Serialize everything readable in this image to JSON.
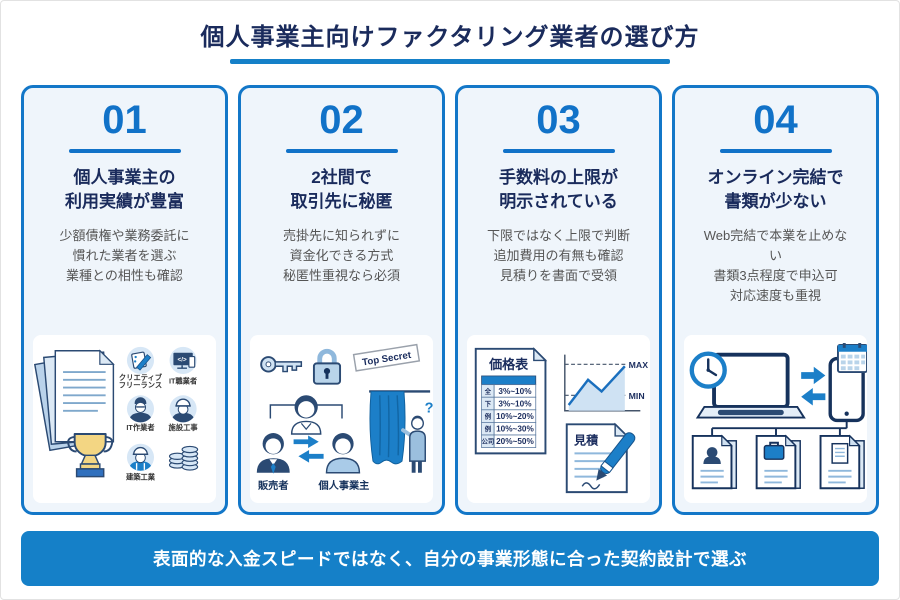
{
  "header": {
    "title": "個人事業主向けファクタリング業者の選び方"
  },
  "colors": {
    "navy": "#1a2b5c",
    "accent_blue": "#1580c8",
    "number_blue": "#1172c8",
    "card_border": "#1377c8",
    "card_bg": "#eff5fb",
    "desc_gray": "#555555"
  },
  "cards": [
    {
      "number": "01",
      "title": [
        "個人事業主の",
        "利用実績が豊富"
      ],
      "desc": [
        "少額債権や業務委託に",
        "慣れた業者を選ぶ",
        "業種との相性も確認"
      ],
      "illustration": {
        "icons": [
          "document-stack-icon",
          "trophy-icon",
          "pen-icon",
          "monitor-code-icon",
          "it-person-icon",
          "helmet-person-icon",
          "construction-worker-icon",
          "coins-icon"
        ],
        "labels": {
          "creative1": "クリエティブ",
          "creative2": "フリーランス",
          "it_pro": "IT職業者",
          "it_worker": "IT作業者",
          "facility": "施設工事",
          "construction": "建築工業",
          "code_glyph": "</>"
        }
      }
    },
    {
      "number": "02",
      "title": [
        "2社間で",
        "取引先に秘匿"
      ],
      "desc": [
        "売掛先に知られずに",
        "資金化できる方式",
        "秘匿性重視なら必須"
      ],
      "illustration": {
        "icons": [
          "key-icon",
          "padlock-icon",
          "top-secret-tag",
          "people-group-icon",
          "sync-arrows-icon",
          "curtain-icon",
          "peeking-person-icon"
        ],
        "labels": {
          "top_secret": "Top Secret",
          "seller": "販売者",
          "sole_proprietor": "個人事業主",
          "question": "?"
        }
      }
    },
    {
      "number": "03",
      "title": [
        "手数料の上限が",
        "明示されている"
      ],
      "desc": [
        "下限ではなく上限で判断",
        "追加費用の有無も確認",
        "見積りを書面で受領"
      ],
      "illustration": {
        "icons": [
          "price-table-icon",
          "line-chart-icon",
          "quote-document-icon",
          "pen-icon"
        ],
        "price_table": {
          "title": "価格表",
          "rows": [
            {
              "label": "全",
              "value": "3%~10%"
            },
            {
              "label": "下",
              "value": "3%~10%"
            },
            {
              "label": "例",
              "value": "10%~20%"
            },
            {
              "label": "例",
              "value": "10%~30%"
            },
            {
              "label": "公司",
              "value": "20%~50%"
            }
          ]
        },
        "chart": {
          "max_label": "MAX",
          "min_label": "MIN"
        },
        "quote_label": "見積"
      }
    },
    {
      "number": "04",
      "title": [
        "オンライン完結で",
        "書類が少ない"
      ],
      "desc": [
        "Web完結で本業を止めない",
        "書類3点程度で申込可",
        "対応速度も重視"
      ],
      "illustration": {
        "icons": [
          "clock-icon",
          "laptop-icon",
          "sync-arrows-icon",
          "smartphone-icon",
          "calendar-icon",
          "person-document-icon",
          "briefcase-document-icon",
          "text-document-icon"
        ]
      }
    }
  ],
  "footer": {
    "banner": "表面的な入金スピードではなく、自分の事業形態に合った契約設計で選ぶ"
  }
}
